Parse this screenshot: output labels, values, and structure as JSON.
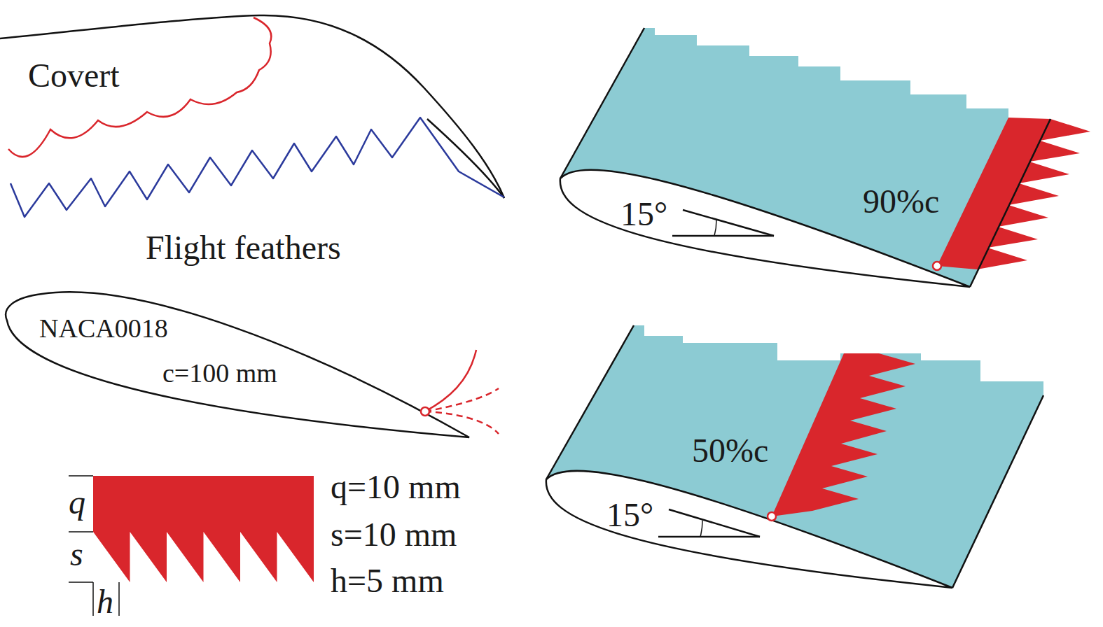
{
  "diagram": {
    "labels": [
      "Covert",
      "Flight feathers",
      "NACA0018",
      "c=100 mm",
      "q",
      "s",
      "h",
      "q=10 mm",
      "s=10 mm",
      "h=5 mm",
      "15°",
      "90%c",
      "50%c",
      "15°"
    ]
  }
}
